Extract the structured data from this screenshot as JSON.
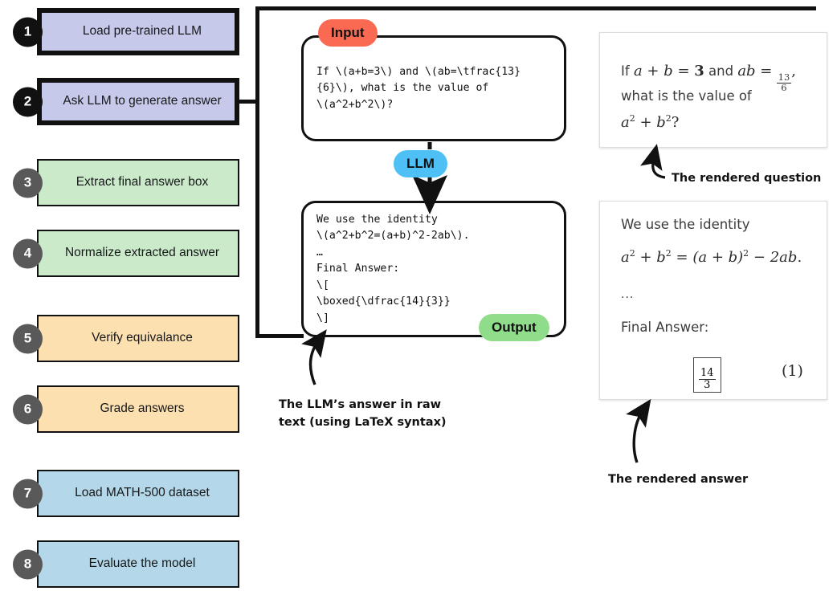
{
  "pipeline": {
    "steps": [
      {
        "num": "1",
        "label": "Load pre-trained LLM",
        "fill": "#c6c9ea",
        "badge": "#111111",
        "emphasis": true
      },
      {
        "num": "2",
        "label": "Ask LLM to generate answer",
        "fill": "#c6c9ea",
        "badge": "#111111",
        "emphasis": true
      },
      {
        "num": "3",
        "label": "Extract final answer box",
        "fill": "#caeaca",
        "badge": "#595959",
        "emphasis": false
      },
      {
        "num": "4",
        "label": "Normalize extracted answer",
        "fill": "#caeaca",
        "badge": "#595959",
        "emphasis": false
      },
      {
        "num": "5",
        "label": "Verify equivalance",
        "fill": "#fce0af",
        "badge": "#595959",
        "emphasis": false
      },
      {
        "num": "6",
        "label": "Grade answers",
        "fill": "#fce0af",
        "badge": "#595959",
        "emphasis": false
      },
      {
        "num": "7",
        "label": "Load MATH-500 dataset",
        "fill": "#b4d8e9",
        "badge": "#595959",
        "emphasis": false
      },
      {
        "num": "8",
        "label": "Evaluate the model",
        "fill": "#b4d8e9",
        "badge": "#595959",
        "emphasis": false
      }
    ]
  },
  "flow": {
    "input_pill": "Input",
    "input_pill_color": "#fa6a52",
    "llm_pill": "LLM",
    "llm_pill_color": "#4ec0f5",
    "output_pill": "Output",
    "output_pill_color": "#8fdc8a",
    "input_text": "If \\(a+b=3\\) and \\(ab=\\tfrac{13}\n{6}\\), what is the value of\n\\(a^2+b^2\\)?",
    "output_text": "We use the identity\n\\(a^2+b^2=(a+b)^2-2ab\\).\n…\nFinal Answer:\n\\[\n\\boxed{\\dfrac{14}{3}}\n\\]"
  },
  "rendered_question": {
    "line1_prefix": "If",
    "line1_expr1": "a + b = 3",
    "line1_and": "and",
    "line1_expr2": "ab =",
    "line1_frac_num": "13",
    "line1_frac_den": "6",
    "line1_comma": ",",
    "line2": "what is the value of",
    "line3_expr": "a2 + b2?"
  },
  "rendered_answer": {
    "line1": "We use the identity",
    "identity": "a2 + b2 = (a + b)2 − 2ab.",
    "ellipsis": "...",
    "final_answer_label": "Final Answer:",
    "boxed_num": "14",
    "boxed_den": "3",
    "equation_number": "(1)"
  },
  "captions": {
    "raw_answer": "The LLM’s answer in raw\ntext (using LaTeX syntax)",
    "rendered_question": "The rendered question",
    "rendered_answer": "The rendered answer"
  }
}
